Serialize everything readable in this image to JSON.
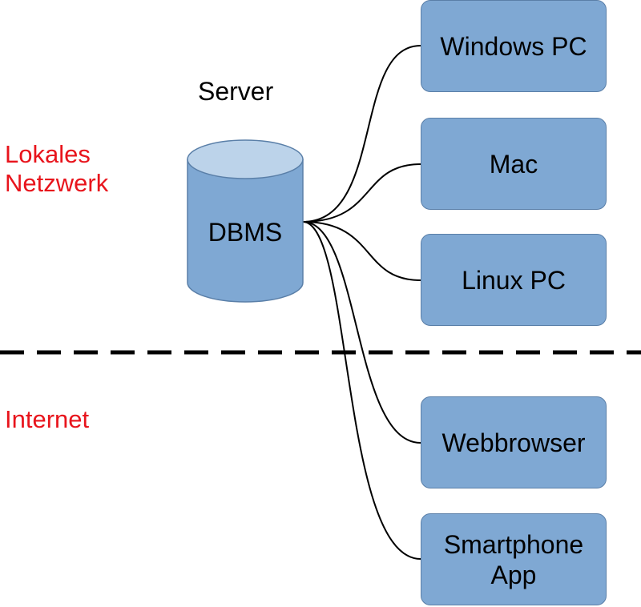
{
  "zones": {
    "local_network": "Lokales\nNetzwerk",
    "internet": "Internet"
  },
  "server": {
    "title": "Server",
    "database_label": "DBMS"
  },
  "clients": [
    {
      "label": "Windows PC"
    },
    {
      "label": "Mac"
    },
    {
      "label": "Linux PC"
    },
    {
      "label": "Webbrowser"
    },
    {
      "label": "Smartphone\nApp"
    }
  ],
  "colors": {
    "box_fill": "#7fa8d3",
    "box_border": "#5a7fa8",
    "db_top": "#bcd3ea",
    "zone_text": "#e8141c",
    "lines": "#000000"
  }
}
